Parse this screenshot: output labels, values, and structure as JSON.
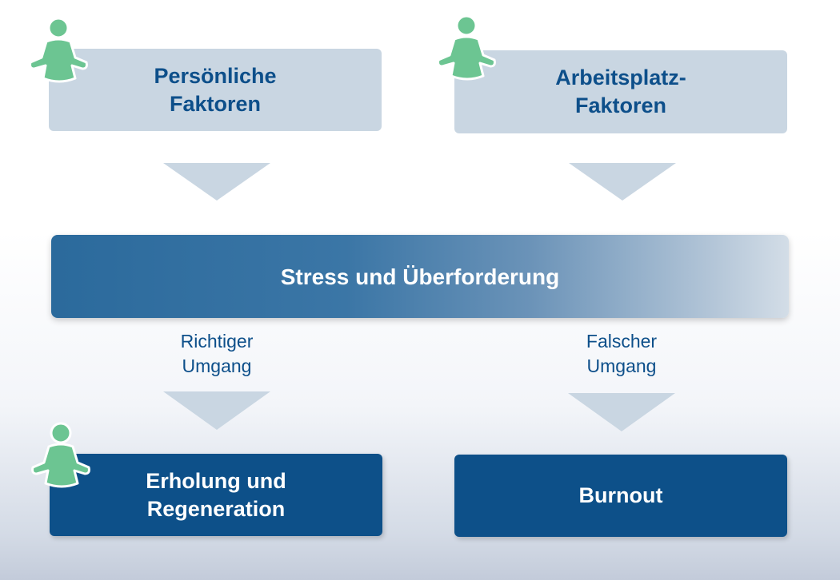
{
  "colors": {
    "light_box": "#c9d6e2",
    "dark_box": "#0d5089",
    "text_blue": "#0d4f8a",
    "arrow": "#c9d6e2",
    "person_icon": "#6cc592"
  },
  "boxes": {
    "personal_factors": "Persönliche\nFaktoren",
    "workplace_factors": "Arbeitsplatz-\nFaktoren",
    "stress": "Stress und Überforderung",
    "recovery": "Erholung und\nRegeneration",
    "burnout": "Burnout"
  },
  "paths": {
    "right_handling": "Richtiger\nUmgang",
    "wrong_handling": "Falscher\nUmgang"
  },
  "icons": [
    "person-sitting-icon",
    "person-sitting-icon",
    "person-sitting-icon"
  ]
}
